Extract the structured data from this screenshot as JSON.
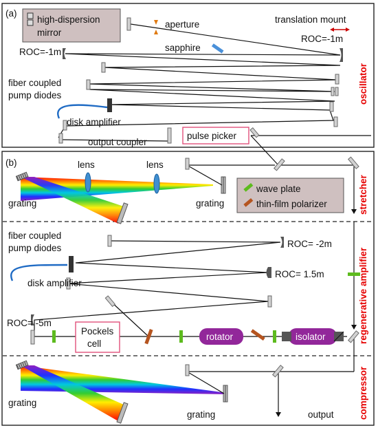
{
  "panel_a": {
    "tag": "(a)",
    "legend_mirror": [
      "high-dispersion",
      "mirror"
    ],
    "aperture": "aperture",
    "translation_mount": "translation mount",
    "roc_right": "ROC=-1m",
    "roc_left": "ROC=-1m",
    "sapphire": "sapphire",
    "pump_diodes": [
      "fiber coupled",
      "pump diodes"
    ],
    "disk_amplifier": "disk amplifier",
    "output_coupler": "output coupler",
    "pulse_picker": "pulse picker",
    "side_label": "oscillator"
  },
  "panel_b": {
    "tag": "(b)",
    "lens_1": "lens",
    "lens_2": "lens",
    "grating_left": "grating",
    "grating_right": "grating",
    "legend_waveplate": "wave plate",
    "legend_polarizer": "thin-film polarizer",
    "stretcher_label": "stretcher",
    "pump_diodes": [
      "fiber coupled",
      "pump diodes"
    ],
    "disk_amplifier": "disk amplifier",
    "roc_1": "ROC= -2m",
    "roc_2": "ROC= 1.5m",
    "roc_3": "ROC= -5m",
    "pockels_cell": [
      "Pockels",
      "cell"
    ],
    "rotator": "rotator",
    "isolator": "isolator",
    "regen_label": "regenerative amplifier",
    "compressor_grating_left": "grating",
    "compressor_grating_right": "grating",
    "output": "output",
    "compressor_label": "compressor"
  },
  "colors": {
    "label_red": "#e60000",
    "legend_box": "#cfc0c0",
    "pulse_picker_border": "#e0507a",
    "rotator_fill": "#92279a",
    "waveplate": "#5dbb1e",
    "polarizer": "#b5541f",
    "lens": "#3f8fd0",
    "sapphire": "#4a90d9",
    "aperture": "#e07a10"
  }
}
